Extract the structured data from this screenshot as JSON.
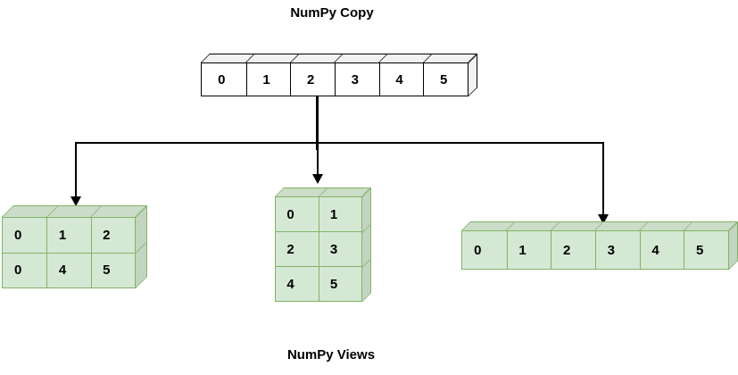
{
  "title": "NumPy Copy",
  "footer": "NumPy Views",
  "colors": {
    "copy_fill": "#ffffff",
    "copy_face": "#f2f2f2",
    "copy_border": "#000000",
    "view_fill": "#d5e8d4",
    "view_face_top": "#cbdcc8",
    "view_face_side": "#c3d5c0",
    "view_border": "#82b366",
    "connector": "#000000",
    "text": "#000000"
  },
  "arrays": {
    "copy": {
      "shape": "1x6",
      "rows": 1,
      "cols": 6,
      "cells": [
        "0",
        "1",
        "2",
        "3",
        "4",
        "5"
      ]
    },
    "view_2x3": {
      "shape": "2x3",
      "rows": 2,
      "cols": 3,
      "cells": [
        "0",
        "1",
        "2",
        "0",
        "4",
        "5"
      ]
    },
    "view_3x2": {
      "shape": "3x2",
      "rows": 3,
      "cols": 2,
      "cells": [
        "0",
        "1",
        "2",
        "3",
        "4",
        "5"
      ]
    },
    "view_1x6": {
      "shape": "1x6",
      "rows": 1,
      "cols": 6,
      "cells": [
        "0",
        "1",
        "2",
        "3",
        "4",
        "5"
      ]
    }
  }
}
